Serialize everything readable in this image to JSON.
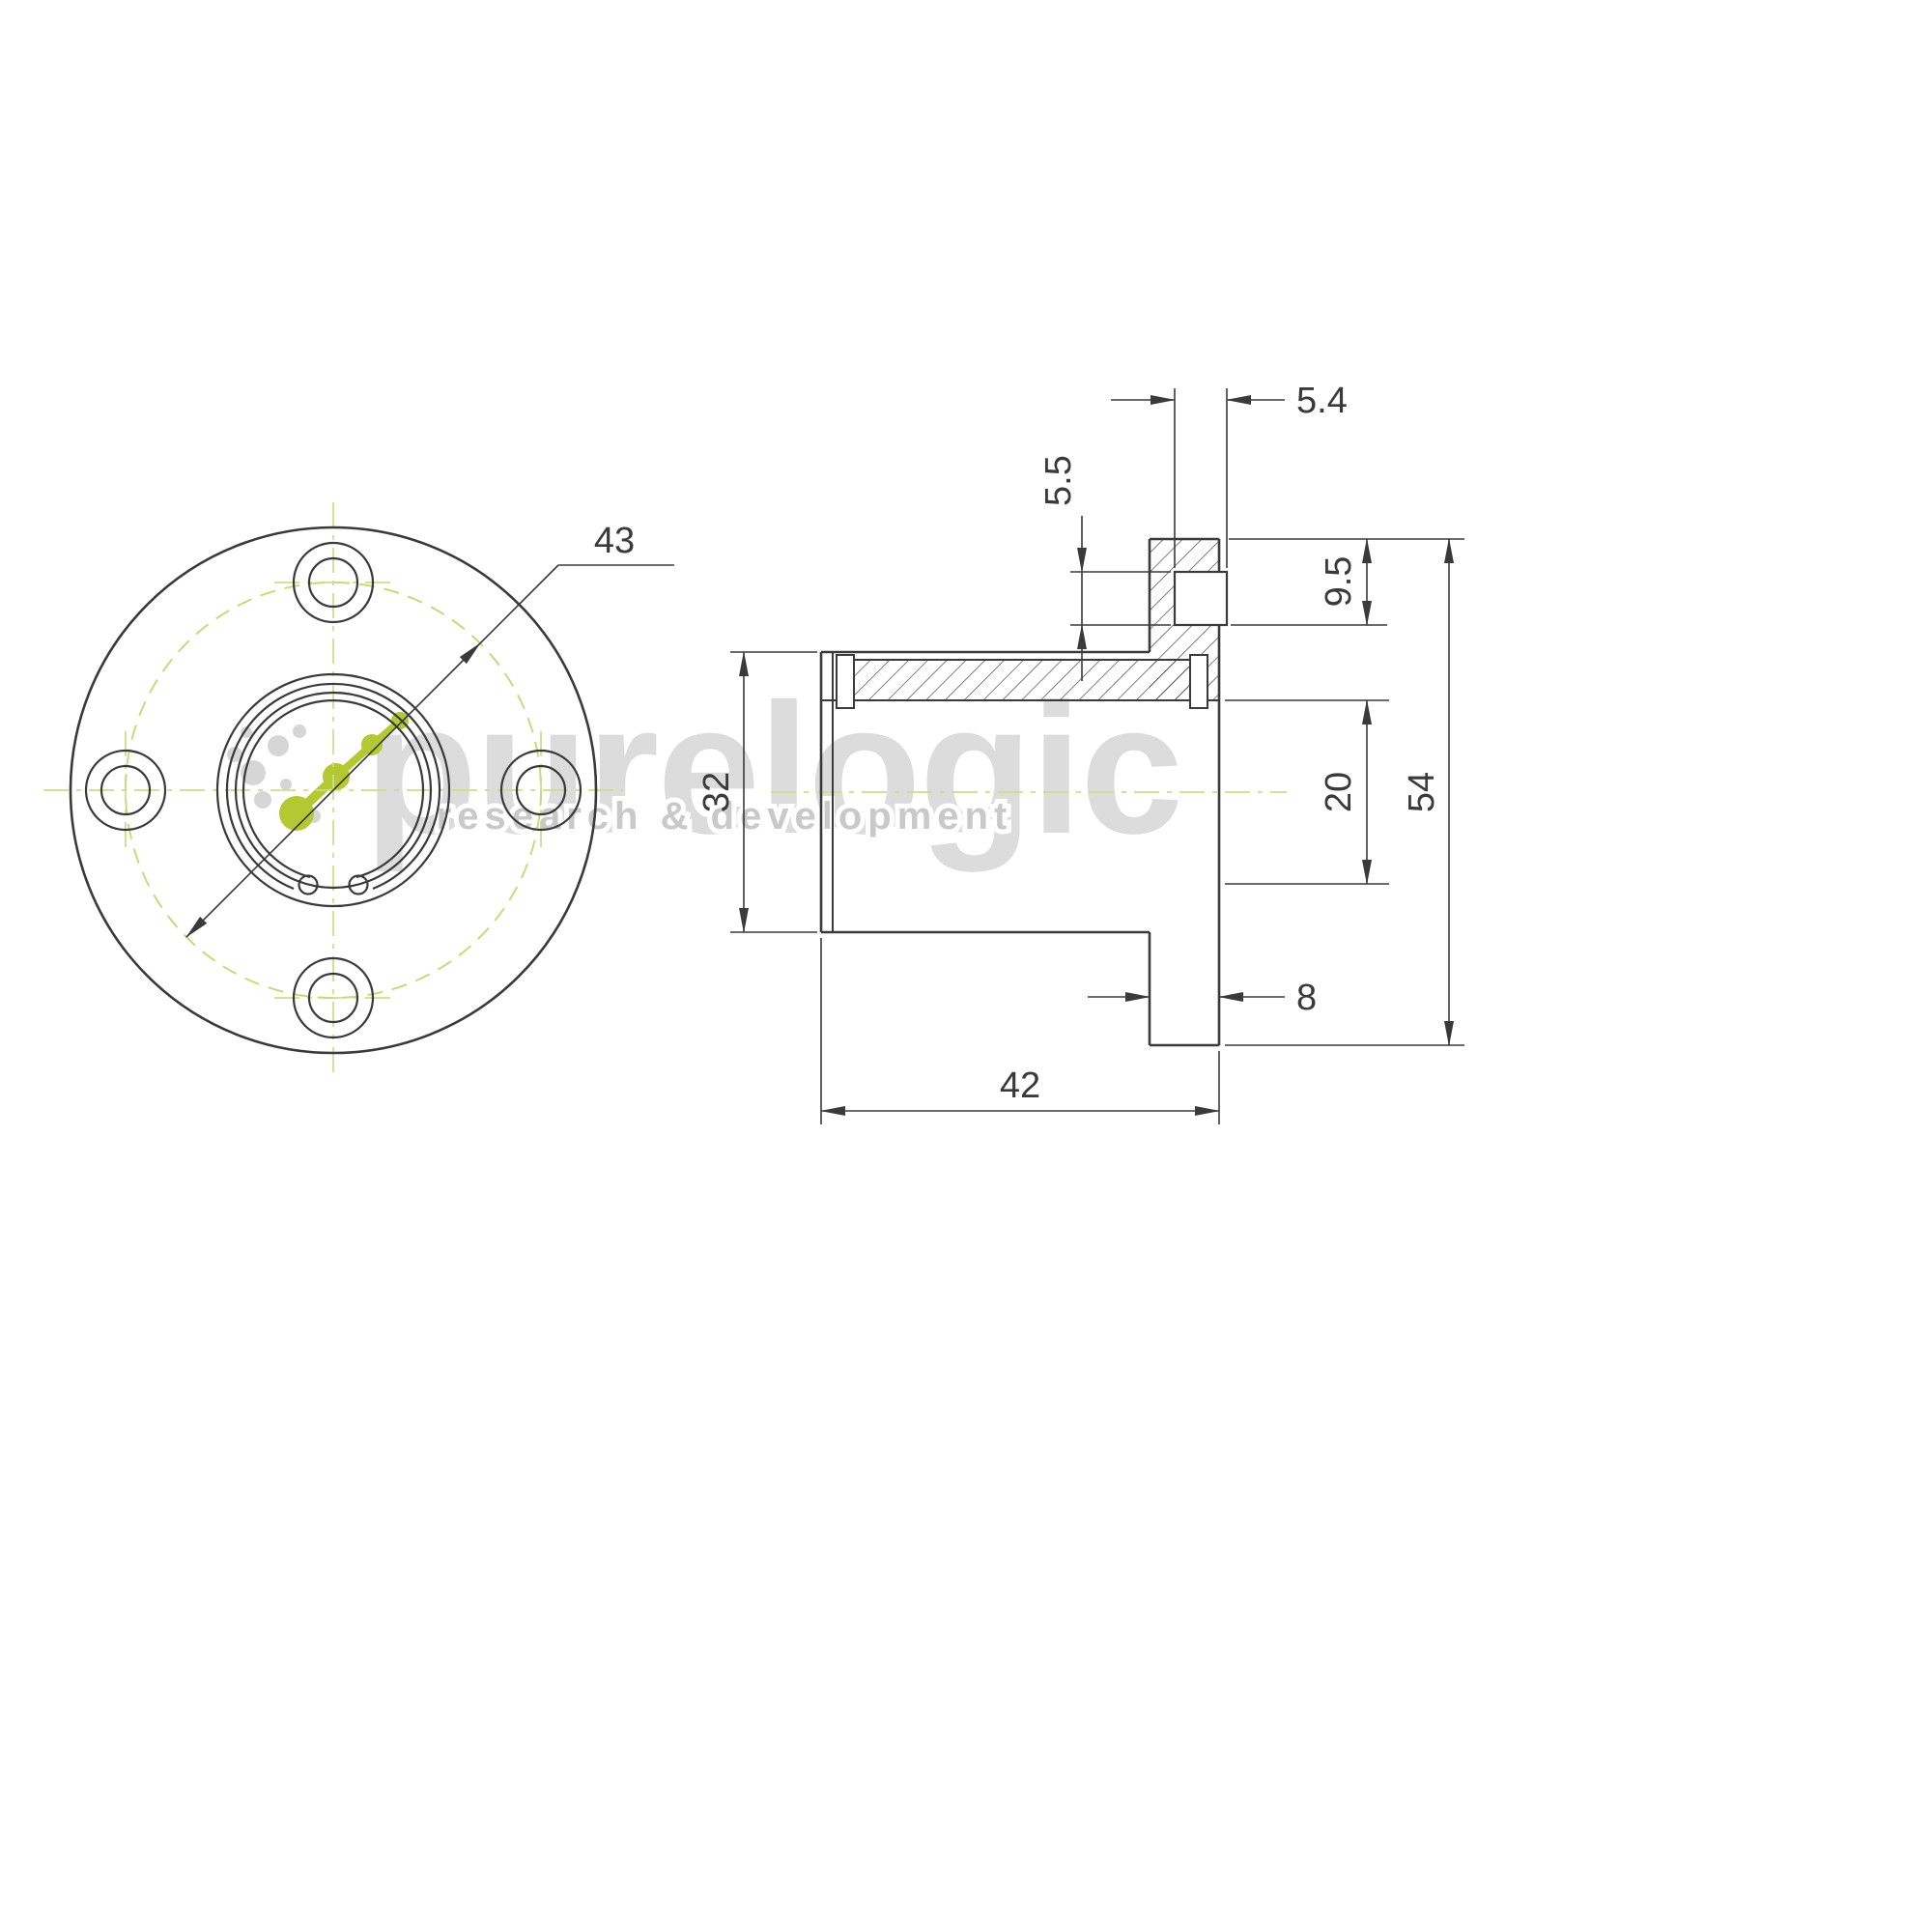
{
  "drawing": {
    "type": "technical-drawing",
    "subject": "round-flange linear bearing, front view and sectioned side view",
    "dimensions": {
      "bolt_circle_diameter": "43",
      "pilot_length": "5.4",
      "ring_offset_right": "9.5",
      "ring_offset_left": "5.5",
      "body_diameter": "32",
      "bore_diameter": "20",
      "flange_diameter": "54",
      "flange_thickness": "8",
      "overall_length": "42"
    },
    "watermark": {
      "brand": "purelogic",
      "tagline": "research & development"
    },
    "colors": {
      "line": "#3a3a3a",
      "centerline_green": "#cbdf8a",
      "bolt_circle_green": "#c6dc7a",
      "logo_green": "#b3c933",
      "watermark_gray": "#dcdcdc"
    }
  }
}
